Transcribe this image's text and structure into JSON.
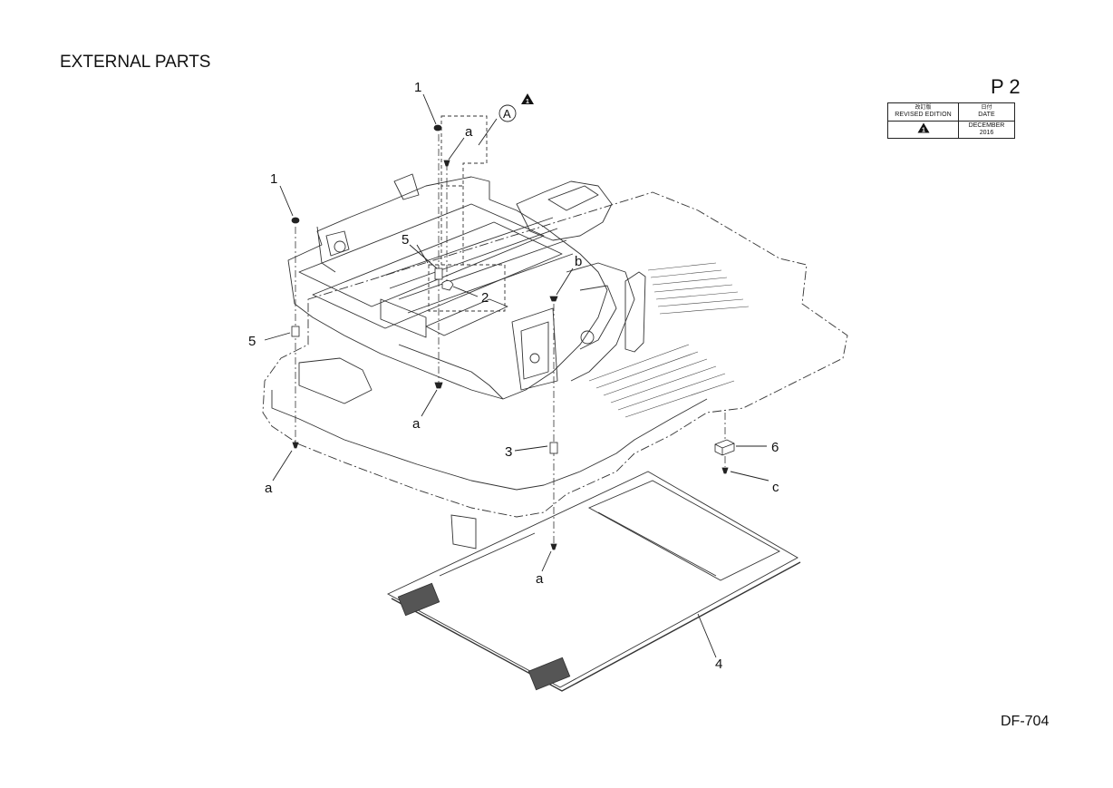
{
  "header": {
    "title": "EXTERNAL PARTS",
    "page_number": "P 2"
  },
  "revision_box": {
    "edition_label_jp": "改訂版",
    "edition_label_en": "REVISED EDITION",
    "date_label_jp": "日付",
    "date_label_en": "DATE",
    "edition_value_icon": "warning-triangle-icon",
    "date_value": "DECEMBER 2016"
  },
  "callouts": {
    "part_1_top": "1",
    "part_1_left": "1",
    "part_2": "2",
    "part_3": "3",
    "part_4": "4",
    "part_5_left": "5",
    "part_5_center": "5",
    "part_6": "6",
    "screw_a_top": "a",
    "screw_a_center": "a",
    "screw_a_left": "a",
    "screw_a_bottom": "a",
    "screw_b": "b",
    "screw_c": "c",
    "detail_marker": "A"
  },
  "footer": {
    "model_code": "DF-704"
  },
  "colors": {
    "line": "#333333",
    "ink": "#111111"
  }
}
